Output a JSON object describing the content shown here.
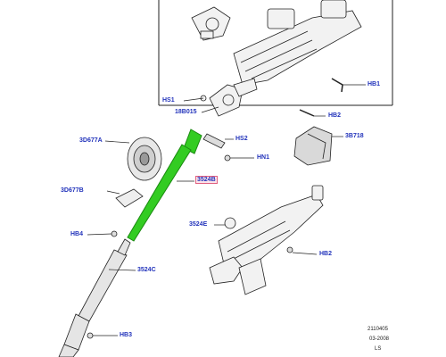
{
  "diagram": {
    "callouts": [
      {
        "id": "hs1",
        "text": "HS1"
      },
      {
        "id": "p18b",
        "text": "18B015"
      },
      {
        "id": "hb1",
        "text": "HB1"
      },
      {
        "id": "hb2a",
        "text": "HB2"
      },
      {
        "id": "p3d677a",
        "text": "3D677A"
      },
      {
        "id": "hs2",
        "text": "HS2"
      },
      {
        "id": "p3b718",
        "text": "3B718"
      },
      {
        "id": "hn1",
        "text": "HN1"
      },
      {
        "id": "p3524b",
        "text": "3524B",
        "highlighted": true
      },
      {
        "id": "p3d677b",
        "text": "3D677B"
      },
      {
        "id": "p3524e",
        "text": "3524E"
      },
      {
        "id": "hb4",
        "text": "HB4"
      },
      {
        "id": "hb2b",
        "text": "HB2"
      },
      {
        "id": "p3524c",
        "text": "3524C"
      },
      {
        "id": "hb3",
        "text": "HB3"
      }
    ],
    "footer": {
      "ref": "2110405",
      "date": "03-2008",
      "code": "LS"
    },
    "colors": {
      "callout": "#2233bb",
      "highlight_part": "#33cc22",
      "line": "#222222",
      "highlight_box": "#e06080"
    }
  }
}
